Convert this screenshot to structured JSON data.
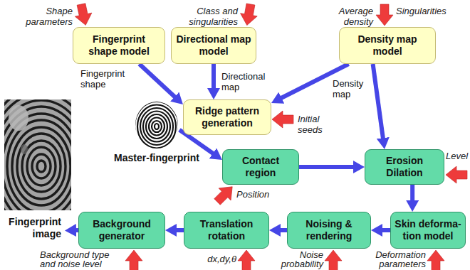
{
  "diagram": {
    "nodes": [
      {
        "text": [
          "Fingerprint shape model"
        ]
      },
      {
        "text": [
          "Directional map model"
        ]
      },
      {
        "text": [
          "Density map model"
        ]
      },
      {
        "text": [
          "Ridge pattern generation"
        ]
      },
      {
        "text": [
          "Master-fingerprint"
        ]
      },
      {
        "text": [
          "Contact region"
        ]
      },
      {
        "text": [
          "Erosion Dilation"
        ]
      },
      {
        "text": [
          "Fingerprint image"
        ]
      },
      {
        "text": [
          "Background generator"
        ]
      },
      {
        "text": [
          "Translation rotation"
        ]
      },
      {
        "text": [
          "Noising & rendering"
        ]
      },
      {
        "text": [
          "Skin deforma- tion model"
        ]
      }
    ],
    "edges": [
      {
        "from": 0,
        "to": 3,
        "arrow": "to",
        "label": "Fingerprint shape"
      },
      {
        "from": 1,
        "to": 3,
        "arrow": "to",
        "label": "Directional map"
      },
      {
        "from": 2,
        "to": 3,
        "arrow": "to",
        "label": "Density map"
      },
      {
        "from": 2,
        "to": 6,
        "arrow": "to"
      },
      {
        "from": 4,
        "to": 5,
        "arrow": "to"
      },
      {
        "from": 5,
        "to": 6,
        "arrow": "to"
      },
      {
        "from": 6,
        "to": 11,
        "arrow": "to"
      },
      {
        "from": 11,
        "to": 10,
        "arrow": "to"
      },
      {
        "from": 10,
        "to": 9,
        "arrow": "to"
      },
      {
        "from": 9,
        "to": 8,
        "arrow": "to"
      },
      {
        "from": 8,
        "to": 7,
        "arrow": "to"
      }
    ],
    "labels": [
      "Shape parameters",
      "Class and singularities",
      "Average density",
      "Singularities",
      "Initial seeds",
      "Position",
      "Level",
      "Deformation parameters",
      "Noise probability",
      "dx,dy,θ",
      "Background type and noise level"
    ]
  }
}
